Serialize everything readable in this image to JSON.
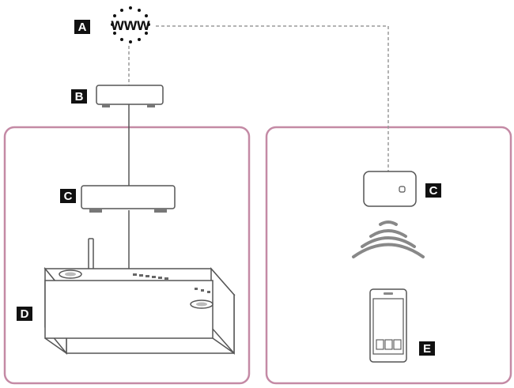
{
  "labels": {
    "a": "A",
    "b": "B",
    "c_wired": "C",
    "c_wireless": "C",
    "d": "D",
    "e": "E"
  },
  "internet": {
    "text": "www"
  },
  "colors": {
    "frame": "#c48aa5",
    "line": "#555555",
    "dashed": "#9a9a9a",
    "label_box": "#111111",
    "device_fill": "#ffffff",
    "device_stroke": "#555555"
  },
  "icons": {
    "internet": "globe-icon",
    "modem": "modem-icon",
    "router_wired": "router-icon",
    "router_wireless": "wireless-router-icon",
    "speaker": "speaker-icon",
    "wifi": "wifi-signal-icon",
    "phone": "smartphone-icon"
  }
}
